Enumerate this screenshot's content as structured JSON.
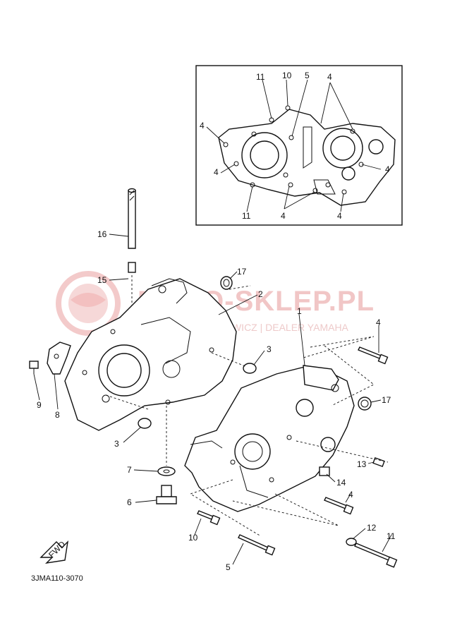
{
  "watermark": {
    "title": "MOTO-SKLEP.PL",
    "subtitle": "MOTO RADZIEWICZ | DEALER YAMAHA"
  },
  "diagram_code": "3JMA110-3070",
  "fwd_label": "FWD",
  "callouts": [
    {
      "id": "c16a",
      "text": "16"
    },
    {
      "id": "c15a",
      "text": "15"
    },
    {
      "id": "c17a",
      "text": "17"
    },
    {
      "id": "c2a",
      "text": "2"
    },
    {
      "id": "c1a",
      "text": "1"
    },
    {
      "id": "c4a",
      "text": "4"
    },
    {
      "id": "c3a",
      "text": "3"
    },
    {
      "id": "c9a",
      "text": "9"
    },
    {
      "id": "c8a",
      "text": "8"
    },
    {
      "id": "c3b",
      "text": "3"
    },
    {
      "id": "c17b",
      "text": "17"
    },
    {
      "id": "c7a",
      "text": "7"
    },
    {
      "id": "c13a",
      "text": "13"
    },
    {
      "id": "c14a",
      "text": "14"
    },
    {
      "id": "c6a",
      "text": "6"
    },
    {
      "id": "c4b",
      "text": "4"
    },
    {
      "id": "c10a",
      "text": "10"
    },
    {
      "id": "c12a",
      "text": "12"
    },
    {
      "id": "c11a",
      "text": "11"
    },
    {
      "id": "c5a",
      "text": "5"
    }
  ],
  "inset_callouts": [
    {
      "id": "i11a",
      "text": "11"
    },
    {
      "id": "i10a",
      "text": "10"
    },
    {
      "id": "i5a",
      "text": "5"
    },
    {
      "id": "i4a",
      "text": "4"
    },
    {
      "id": "i4b",
      "text": "4"
    },
    {
      "id": "i4c",
      "text": "4"
    },
    {
      "id": "i4d",
      "text": "4"
    },
    {
      "id": "i11b",
      "text": "11"
    },
    {
      "id": "i4e",
      "text": "4"
    },
    {
      "id": "i4f",
      "text": "4"
    }
  ]
}
